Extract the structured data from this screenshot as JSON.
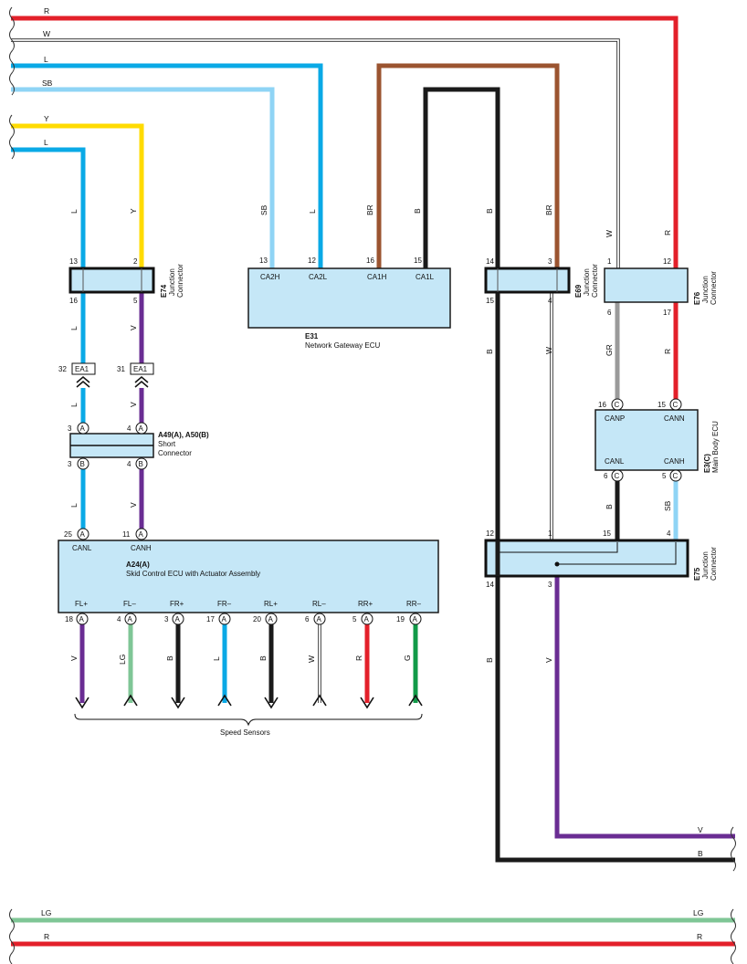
{
  "colors": {
    "R": "#e3202a",
    "W": "#ffffff",
    "L": "#0aa9e6",
    "SB": "#8fd4f5",
    "Y": "#ffdb00",
    "BR": "#9b5430",
    "B": "#1a1a1a",
    "V": "#6a2d93",
    "GR": "#9a9a9a",
    "LG": "#7fc696",
    "G": "#119a48"
  },
  "wire_codes": {
    "R": "R",
    "W": "W",
    "L": "L",
    "SB": "SB",
    "Y": "Y",
    "BR": "BR",
    "B": "B",
    "V": "V",
    "GR": "GR",
    "LG": "LG",
    "G": "G"
  },
  "components": {
    "e74": {
      "code": "E74",
      "line1": "Junction",
      "line2": "Connector"
    },
    "e69": {
      "code": "E69",
      "line1": "Junction",
      "line2": "Connector"
    },
    "e76": {
      "code": "E76",
      "line1": "Junction",
      "line2": "Connector"
    },
    "e75": {
      "code": "E75",
      "line1": "Junction",
      "line2": "Connector"
    },
    "e31": {
      "code": "E31",
      "name": "Network Gateway ECU",
      "terms": [
        "CA2H",
        "CA2L",
        "CA1H",
        "CA1L"
      ]
    },
    "e3": {
      "code": "E3(C)",
      "name": "Main Body ECU",
      "terms": [
        "CANP",
        "CANN",
        "CANL",
        "CANH"
      ]
    },
    "a49": {
      "code": "A49(A), A50(B)",
      "line1": "Short",
      "line2": "Connector"
    },
    "a24": {
      "code": "A24(A)",
      "name": "Skid Control ECU with Actuator Assembly",
      "canl": "CANL",
      "canh": "CANH",
      "terms": [
        "FL+",
        "FL–",
        "FR+",
        "FR–",
        "RL+",
        "RL–",
        "RR+",
        "RR–"
      ]
    },
    "ea1": {
      "code": "EA1"
    }
  },
  "pins": {
    "e74_top": [
      "13",
      "2"
    ],
    "e74_bot": [
      "16",
      "5"
    ],
    "e31": [
      "13",
      "12",
      "16",
      "15"
    ],
    "e69_top": [
      "14",
      "3"
    ],
    "e69_bot": [
      "15",
      "4"
    ],
    "e76_top": [
      "1",
      "12"
    ],
    "e76_bot": [
      "6",
      "17"
    ],
    "ea1": [
      "32",
      "31"
    ],
    "a49_top": [
      "3",
      "4"
    ],
    "a49_bot": [
      "3",
      "4"
    ],
    "a24_top": [
      "25",
      "11"
    ],
    "e3_top": [
      "16",
      "15"
    ],
    "e3_bot": [
      "6",
      "5"
    ],
    "e75_top": [
      "12",
      "1",
      "15",
      "4"
    ],
    "e75_bot": [
      "14",
      "3"
    ],
    "a24_bot": [
      "18",
      "4",
      "3",
      "17",
      "20",
      "6",
      "5",
      "19"
    ]
  },
  "pin_letters": {
    "a": "A",
    "b": "B",
    "c": "C"
  },
  "footer": {
    "speed_sensors": "Speed Sensors"
  },
  "sensor_wires": [
    "V",
    "LG",
    "B",
    "L",
    "B",
    "W",
    "R",
    "G"
  ]
}
